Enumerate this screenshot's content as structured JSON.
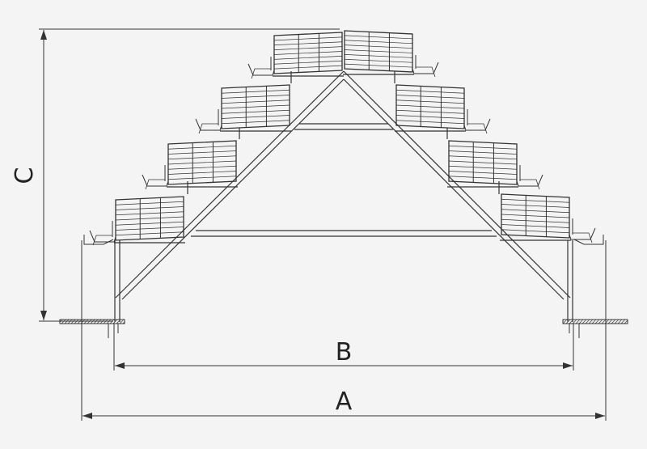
{
  "labels": {
    "dim_a": "A",
    "dim_b": "B",
    "dim_c": "C"
  },
  "colors": {
    "background": "#f4f4f4",
    "line": "#333333",
    "hatch": "#555555"
  }
}
